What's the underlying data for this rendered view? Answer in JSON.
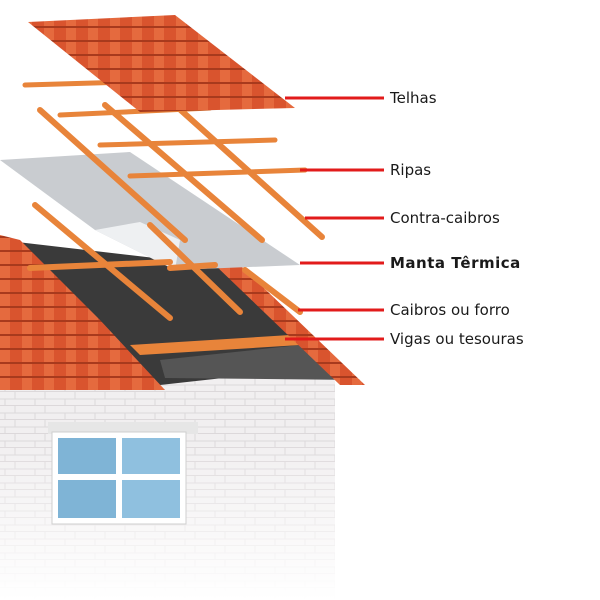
{
  "labels": [
    {
      "text": "Telhas",
      "bold": false
    },
    {
      "text": "Ripas",
      "bold": false
    },
    {
      "text": "Contra-caibros",
      "bold": false
    },
    {
      "text": "Manta Têrmica",
      "bold": true
    },
    {
      "text": "Caibros ou forro",
      "bold": false
    },
    {
      "text": "Vigas ou tesouras",
      "bold": false
    }
  ],
  "colors": {
    "tile": "#d9542e",
    "wood": "#e8843a",
    "membrane": "#c9ccd0",
    "roof_base": "#3a3a3a",
    "wall": "#f0eeee",
    "window": "#7fb4d6",
    "leader": "#e21b1b"
  }
}
